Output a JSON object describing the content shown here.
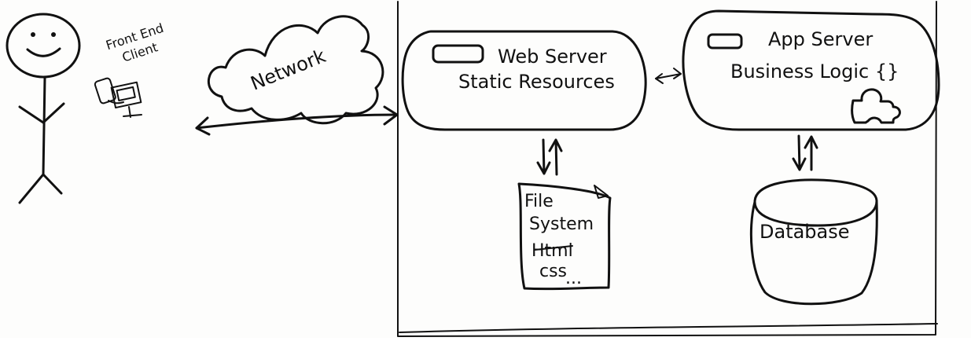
{
  "client": {
    "label_line1": "Front End",
    "label_line2": "Client"
  },
  "network": {
    "label": "Network"
  },
  "web_server": {
    "title": "Web Server",
    "subtitle": "Static Resources"
  },
  "app_server": {
    "title": "App Server",
    "subtitle": "Business Logic {}"
  },
  "file_system": {
    "line1": "File",
    "line2": "System",
    "line3": "Html",
    "line4": "css",
    "line5": "..."
  },
  "database": {
    "label": "Database"
  }
}
